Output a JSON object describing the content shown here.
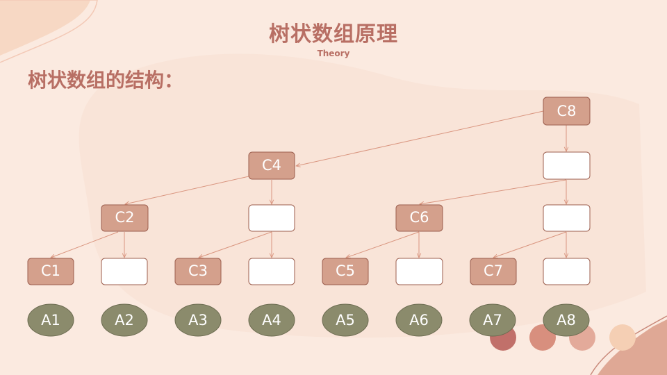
{
  "title": "树状数组原理",
  "subtitle": "Theory",
  "heading": "树状数组的结构：",
  "colors": {
    "background": "#fbeae0",
    "accent": "#b86f64",
    "c_node_fill": "#d4a08c",
    "c_node_stroke": "#9c5e4e",
    "empty_node_fill": "#ffffff",
    "a_node_fill": "#8b8b6c",
    "a_node_stroke": "#6b6b50",
    "edge": "#d9957f"
  },
  "diagram": {
    "c_nodes": [
      "C1",
      "C2",
      "C3",
      "C4",
      "C5",
      "C6",
      "C7",
      "C8"
    ],
    "a_nodes": [
      "A1",
      "A2",
      "A3",
      "A4",
      "A5",
      "A6",
      "A7",
      "A8"
    ]
  }
}
